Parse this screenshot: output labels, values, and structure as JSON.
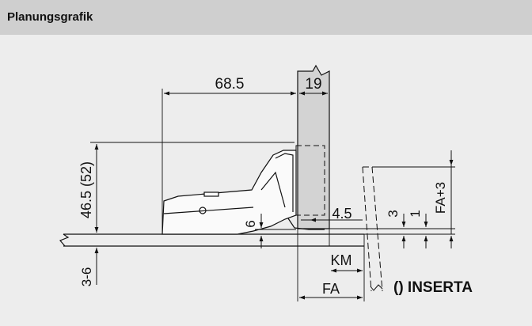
{
  "header": {
    "title": "Planungsgrafik"
  },
  "dimensions": {
    "top_width": "68.5",
    "door_thickness": "19",
    "height": "46.5 (52)",
    "six": "6",
    "four_five": "4.5",
    "three": "3",
    "one": "1",
    "fa_plus_3": "FA+3",
    "three_six": "3-6",
    "km": "KM",
    "fa": "FA"
  },
  "legend": {
    "insert_label": "() INSERTA"
  },
  "colors": {
    "header_bg": "#cfcfcf",
    "panel_bg": "#ededed",
    "door_fill": "#d3d3d3",
    "line": "#111111"
  }
}
